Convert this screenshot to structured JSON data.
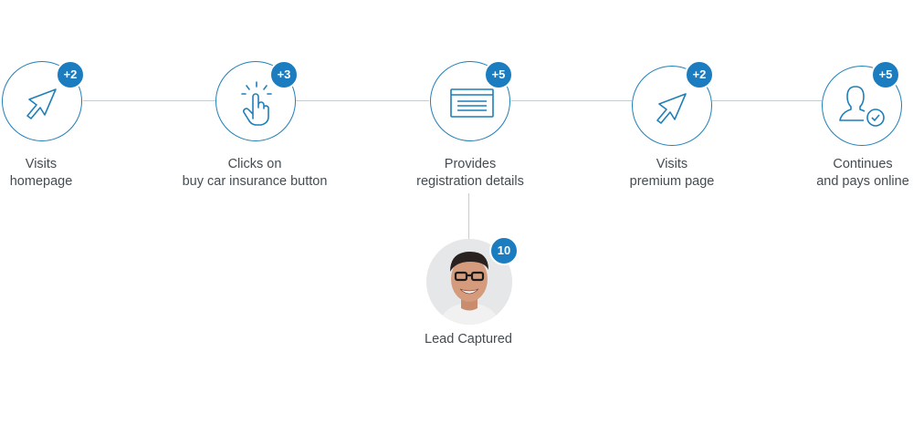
{
  "steps": [
    {
      "badge": "+2",
      "line1": "Visits",
      "line2": "homepage",
      "icon": "cursor-arrow-icon"
    },
    {
      "badge": "+3",
      "line1": "Clicks on",
      "line2": "buy car insurance button",
      "icon": "tap-hand-icon"
    },
    {
      "badge": "+5",
      "line1": "Provides",
      "line2": "registration details",
      "icon": "form-icon"
    },
    {
      "badge": "+2",
      "line1": "Visits",
      "line2": "premium page",
      "icon": "cursor-arrow-icon"
    },
    {
      "badge": "+5",
      "line1": "Continues",
      "line2": "and pays online",
      "icon": "user-check-icon"
    }
  ],
  "lead": {
    "badge": "10",
    "label": "Lead Captured"
  },
  "colors": {
    "accent": "#1c7cc0",
    "line": "#c5cdd3",
    "text": "#444c52"
  }
}
